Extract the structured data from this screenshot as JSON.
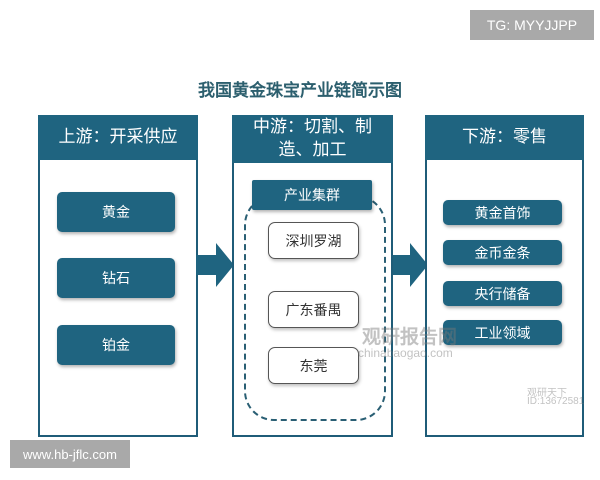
{
  "tg_badge": "TG: MYYJJPP",
  "title": "我国黄金珠宝产业链简示图",
  "upstream": {
    "header": "上游：开采供应",
    "items": [
      "黄金",
      "钻石",
      "铂金"
    ]
  },
  "midstream": {
    "header": "中游：切割、制造、加工",
    "cluster_label": "产业集群",
    "items": [
      "深圳罗湖",
      "广东番禺",
      "东莞"
    ]
  },
  "downstream": {
    "header": "下游：零售",
    "items": [
      "黄金首饰",
      "金币金条",
      "央行储备",
      "工业领域"
    ]
  },
  "watermark": {
    "brand": "观研报告网",
    "url": "chinabaogao.com",
    "badge": "观研天下",
    "id": "ID:13672581"
  },
  "site_badge": "www.hb-jflc.com",
  "colors": {
    "primary": "#1f6480"
  }
}
